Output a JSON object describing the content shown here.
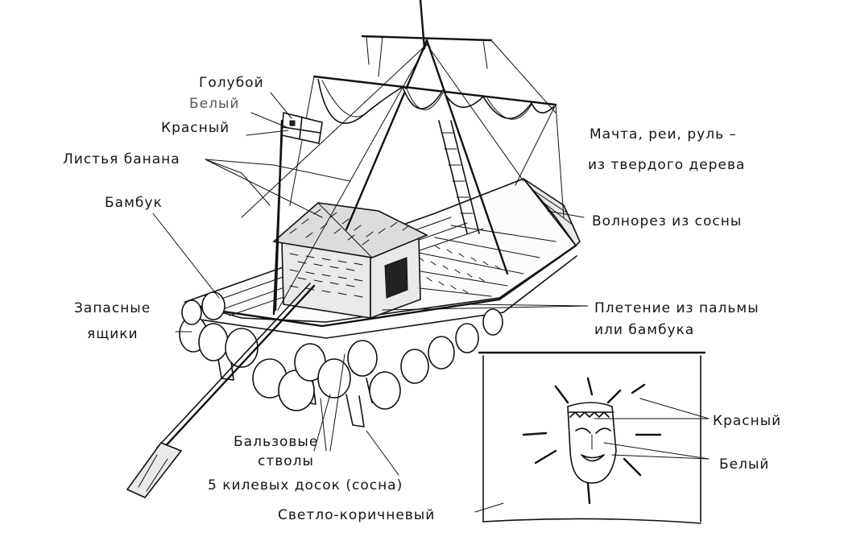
{
  "labels": {
    "blue": "Голубой",
    "white_flag": "Белый",
    "red_flag": "Красный",
    "banana_leaves": "Листья банана",
    "bamboo": "Бамбук",
    "mast_line1": "Мачта, реи, руль –",
    "mast_line2": "из твердого дерева",
    "breakwater": "Волнорез из сосны",
    "weave_line1": "Плетение из пальмы",
    "weave_line2": "или бамбука",
    "spare_line1": "Запасные",
    "spare_line2": "ящики",
    "balsa_line1": "Бальзовые",
    "balsa_line2": "стволы",
    "keel_boards": "5 килевых досок (сосна)",
    "light_brown": "Светло-коричневый",
    "sail_red": "Красный",
    "sail_white": "Белый"
  }
}
